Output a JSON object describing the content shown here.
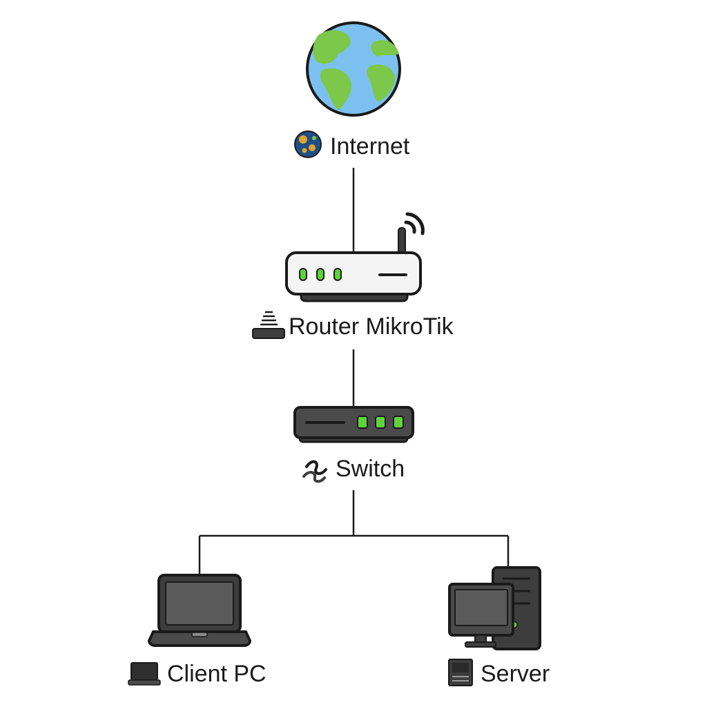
{
  "nodes": {
    "internet": {
      "label": "Internet",
      "icon": "globe-icon"
    },
    "router": {
      "label": "Router MikroTik",
      "icon": "router-icon"
    },
    "switch": {
      "label": "Switch",
      "icon": "switch-icon"
    },
    "client": {
      "label": "Client PC",
      "icon": "laptop-icon"
    },
    "server": {
      "label": "Server",
      "icon": "desktop-server-icon"
    }
  },
  "connections": [
    {
      "from": "internet",
      "to": "router"
    },
    {
      "from": "router",
      "to": "switch"
    },
    {
      "from": "switch",
      "to": "client"
    },
    {
      "from": "switch",
      "to": "server"
    }
  ],
  "colors": {
    "ocean": "#7cc0f0",
    "land": "#7cc84a",
    "led": "#5fd43a",
    "device_dark": "#3d3d3d",
    "device_light": "#f4f4f4",
    "outline": "#1a1a1a"
  }
}
